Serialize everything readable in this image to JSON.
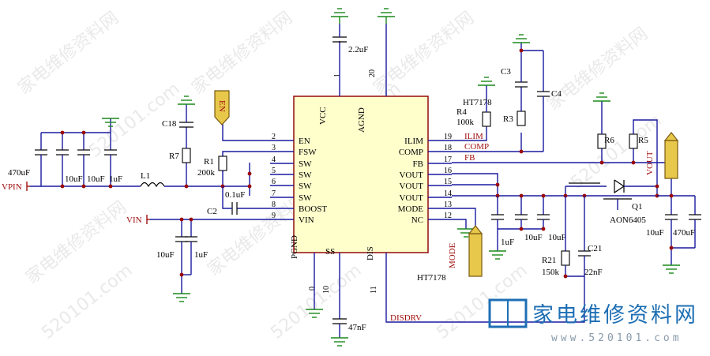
{
  "ic": {
    "name": "HT7178",
    "top_labels": [
      "VCC",
      "AGND"
    ],
    "bottom_labels": [
      "PGND",
      "SS",
      "DIS"
    ],
    "left_pins": [
      {
        "num": "2",
        "name": "EN"
      },
      {
        "num": "3",
        "name": "FSW"
      },
      {
        "num": "4",
        "name": "SW"
      },
      {
        "num": "5",
        "name": "SW"
      },
      {
        "num": "6",
        "name": "SW"
      },
      {
        "num": "7",
        "name": "SW"
      },
      {
        "num": "8",
        "name": "BOOST"
      },
      {
        "num": "9",
        "name": "VIN"
      }
    ],
    "right_pins": [
      {
        "num": "19",
        "name": "ILIM"
      },
      {
        "num": "18",
        "name": "COMP"
      },
      {
        "num": "17",
        "name": "FB"
      },
      {
        "num": "16",
        "name": "VOUT"
      },
      {
        "num": "15",
        "name": "VOUT"
      },
      {
        "num": "14",
        "name": "VOUT"
      },
      {
        "num": "13",
        "name": "MODE"
      },
      {
        "num": "12",
        "name": "NC"
      }
    ],
    "top_pins": [
      "1",
      "20"
    ],
    "bottom_pins": [
      "0",
      "10",
      "11"
    ]
  },
  "nets": {
    "ilim": "ILIM",
    "comp": "COMP",
    "fb": "FB",
    "disdrv": "DISDRV",
    "vpin": "VPIN",
    "vin": "VIN",
    "en": "EN",
    "mode": "MODE",
    "vout": "VOUT"
  },
  "components": {
    "c_vcc": "2.2uF",
    "c_input_bank": [
      "470uF",
      "10uF",
      "10uF",
      "1uF"
    ],
    "l1": "L1",
    "c18": "C18",
    "r7": "R7",
    "r1": "R1",
    "r1_val": "200k",
    "c2": "C2",
    "c2_val": "0.1uF",
    "c_vin": [
      "10uF",
      "1uF"
    ],
    "r4": "R4",
    "r4_val": "100k",
    "r4_part": "HT7178",
    "r3": "R3",
    "c3": "C3",
    "c4": "C4",
    "r6": "R6",
    "r5": "R5",
    "q1": "Q1",
    "q1_part": "AON6405",
    "c_vout_small": [
      "1uF",
      "10uF",
      "10uF"
    ],
    "r21": "R21",
    "r21_val": "150k",
    "c21": "C21",
    "c21_val": "22nF",
    "c_out_bank": [
      "10uF",
      "470uF"
    ],
    "c_ss": "47nF"
  },
  "watermark": {
    "brand": "家电维修资料网",
    "site": "www.520101.com",
    "cn_repeat": "家电维修资料网",
    "url_repeat": "520101.com"
  }
}
